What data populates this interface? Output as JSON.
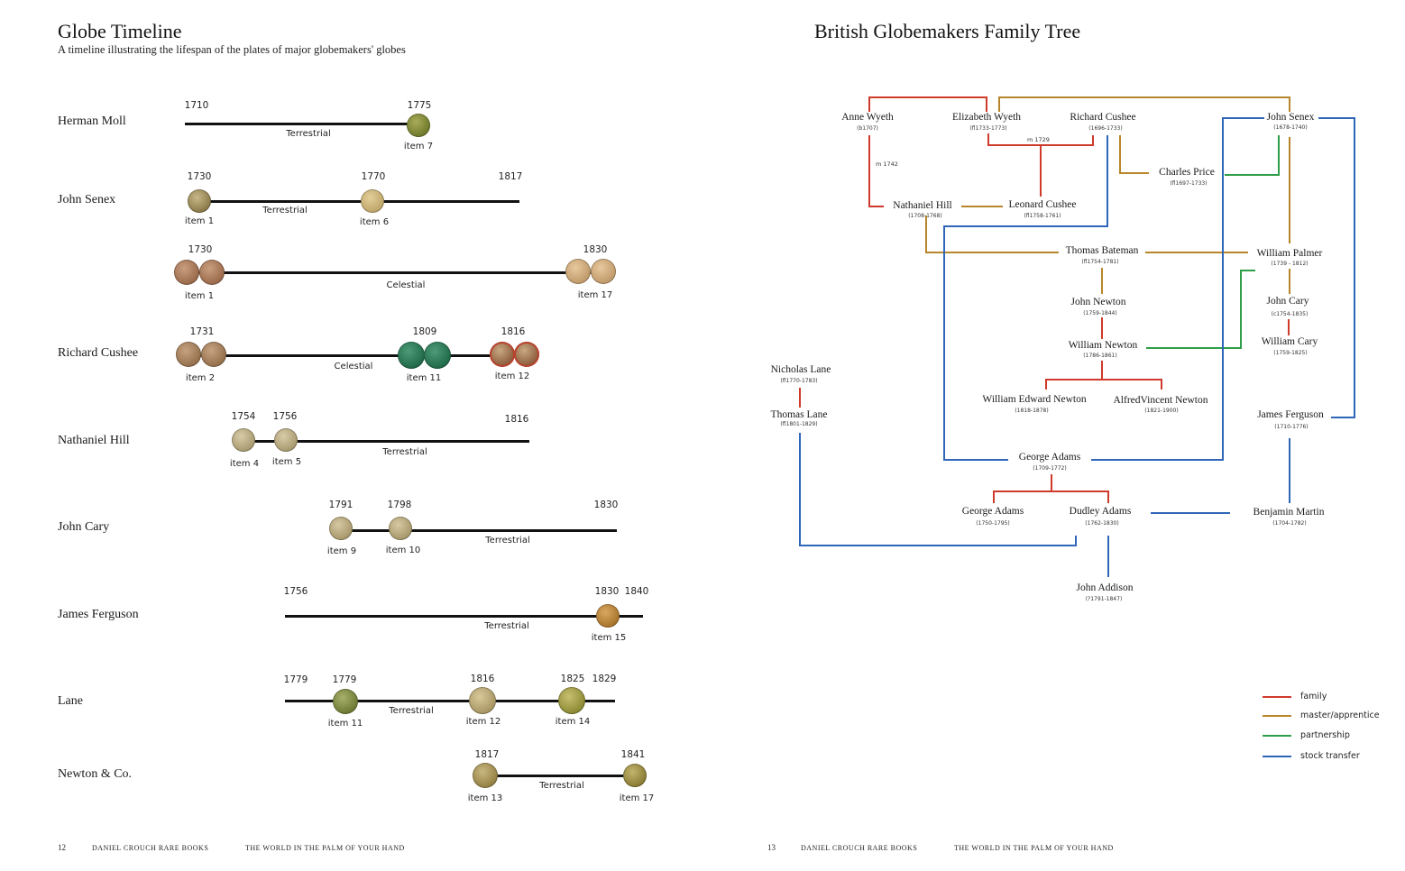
{
  "left_page": {
    "title": "Globe Timeline",
    "subtitle": "A timeline illustrating the lifespan of the plates of major globemakers' globes",
    "page_number": "12",
    "footer_publisher": "DANIEL CROUCH RARE BOOKS",
    "footer_title": "THE WORLD IN THE PALM OF YOUR HAND"
  },
  "right_page": {
    "title": "British Globemakers Family Tree",
    "page_number": "13",
    "footer_publisher": "DANIEL CROUCH RARE BOOKS",
    "footer_title": "THE WORLD IN THE PALM OF YOUR HAND"
  },
  "timeline": {
    "makers": [
      "Herman Moll",
      "John Senex",
      "Richard Cushee",
      "Nathaniel Hill",
      "John Cary",
      "James Ferguson",
      "Lane",
      "Newton & Co."
    ],
    "rows": [
      {
        "type": "Terrestrial",
        "years": [
          "1710",
          "1775"
        ],
        "items": [
          "item 7"
        ]
      },
      {
        "type": "Terrestrial",
        "years": [
          "1730",
          "1770",
          "1817"
        ],
        "items": [
          "item 1",
          "item 6"
        ]
      },
      {
        "type": "Celestial",
        "years": [
          "1730",
          "1830"
        ],
        "items": [
          "item 1",
          "item 17"
        ]
      },
      {
        "type": "Celestial",
        "years": [
          "1731",
          "1809",
          "1816"
        ],
        "items": [
          "item 2",
          "item 11",
          "item 12"
        ]
      },
      {
        "type": "Terrestrial",
        "years": [
          "1754",
          "1756",
          "1816"
        ],
        "items": [
          "item 4",
          "item 5"
        ]
      },
      {
        "type": "Terrestrial",
        "years": [
          "1791",
          "1798",
          "1830"
        ],
        "items": [
          "item 9",
          "item 10"
        ]
      },
      {
        "type": "Terrestrial",
        "years": [
          "1756",
          "1830",
          "1840"
        ],
        "items": [
          "item 15"
        ]
      },
      {
        "type": "Terrestrial",
        "years": [
          "1779",
          "1779",
          "1816",
          "1825",
          "1829"
        ],
        "items": [
          "item 11",
          "item 12",
          "item 14"
        ]
      },
      {
        "type": "Terrestrial",
        "years": [
          "1817",
          "1841"
        ],
        "items": [
          "item 13",
          "item 17"
        ]
      }
    ]
  },
  "family_tree": {
    "people": [
      {
        "name": "Anne Wyeth",
        "dates": "(b1707)"
      },
      {
        "name": "Elizabeth Wyeth",
        "dates": "(fl1733-1773)"
      },
      {
        "name": "Richard Cushee",
        "dates": "(1696-1733)"
      },
      {
        "name": "John Senex",
        "dates": "(1678-1740)"
      },
      {
        "name": "Charles Price",
        "dates": "(fl1697-1733)"
      },
      {
        "name": "Nathaniel Hill",
        "dates": "(1708-1768)"
      },
      {
        "name": "Leonard Cushee",
        "dates": "(fl1758-1761)"
      },
      {
        "name": "Thomas Bateman",
        "dates": "(fl1754-1781)"
      },
      {
        "name": "William Palmer",
        "dates": "(1739 - 1812)"
      },
      {
        "name": "John Newton",
        "dates": "(1759-1844)"
      },
      {
        "name": "John Cary",
        "dates": "(c1754-1835)"
      },
      {
        "name": "William Newton",
        "dates": "(1786-1861)"
      },
      {
        "name": "William Cary",
        "dates": "(1759-1825)"
      },
      {
        "name": "Nicholas Lane",
        "dates": "(fl1770-1783)"
      },
      {
        "name": "William Edward Newton",
        "dates": "(1818-1878)"
      },
      {
        "name": "AlfredVincent Newton",
        "dates": "(1821-1900)"
      },
      {
        "name": "Thomas Lane",
        "dates": "(fl1801-1829)"
      },
      {
        "name": "James Ferguson",
        "dates": "(1710-1776)"
      },
      {
        "name": "George Adams",
        "dates": "(1709-1772)"
      },
      {
        "name": "George Adams",
        "dates": "(1750-1795)"
      },
      {
        "name": "Dudley Adams",
        "dates": "(1762-1830)"
      },
      {
        "name": "Benjamin Martin",
        "dates": "(1704-1782)"
      },
      {
        "name": "John Addison",
        "dates": "(?1791-1847)"
      }
    ],
    "marriage_labels": [
      "m 1729",
      "m 1742"
    ],
    "legend": [
      {
        "label": "family",
        "color": "#cf3a2a"
      },
      {
        "label": "master/apprentice",
        "color": "#b8862a"
      },
      {
        "label": "partnership",
        "color": "#2e9e48"
      },
      {
        "label": "stock transfer",
        "color": "#2f66b8"
      }
    ]
  }
}
